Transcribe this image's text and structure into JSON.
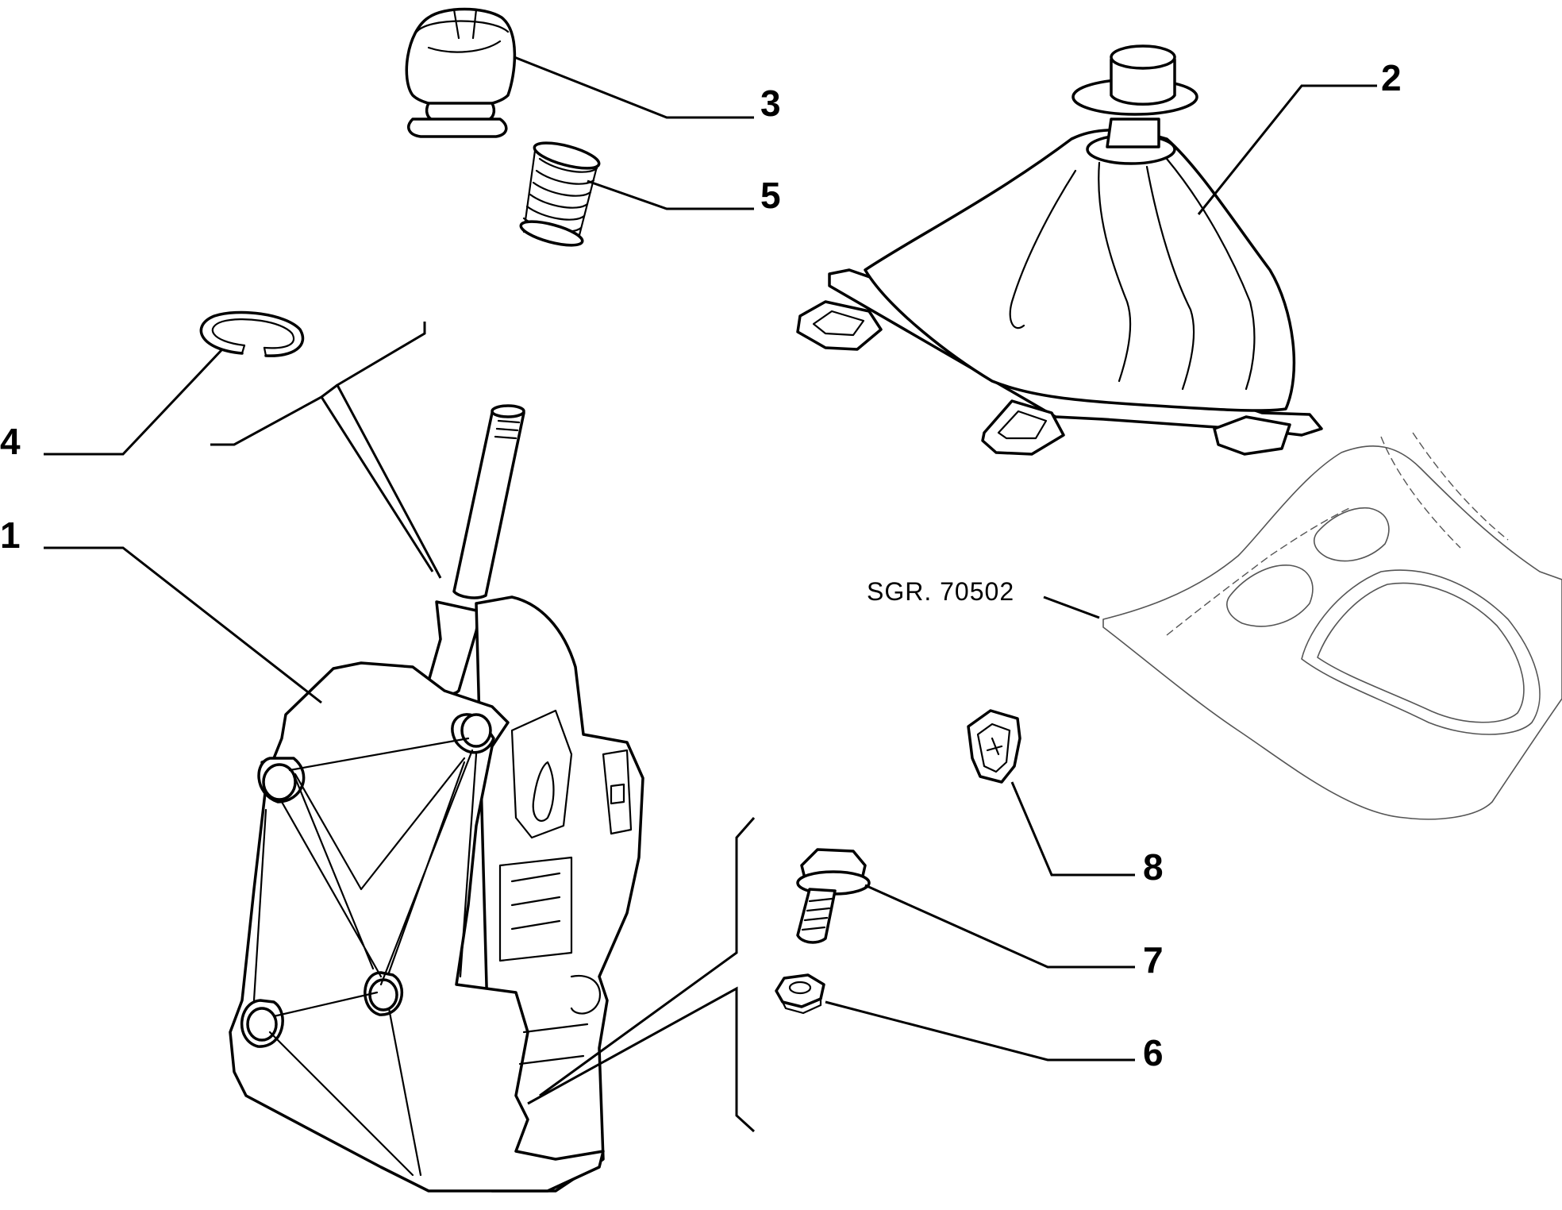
{
  "callouts": {
    "c1": "1",
    "c2": "2",
    "c3": "3",
    "c4": "4",
    "c5": "5",
    "c6": "6",
    "c7": "7",
    "c8": "8"
  },
  "reference": "SGR. 70502"
}
